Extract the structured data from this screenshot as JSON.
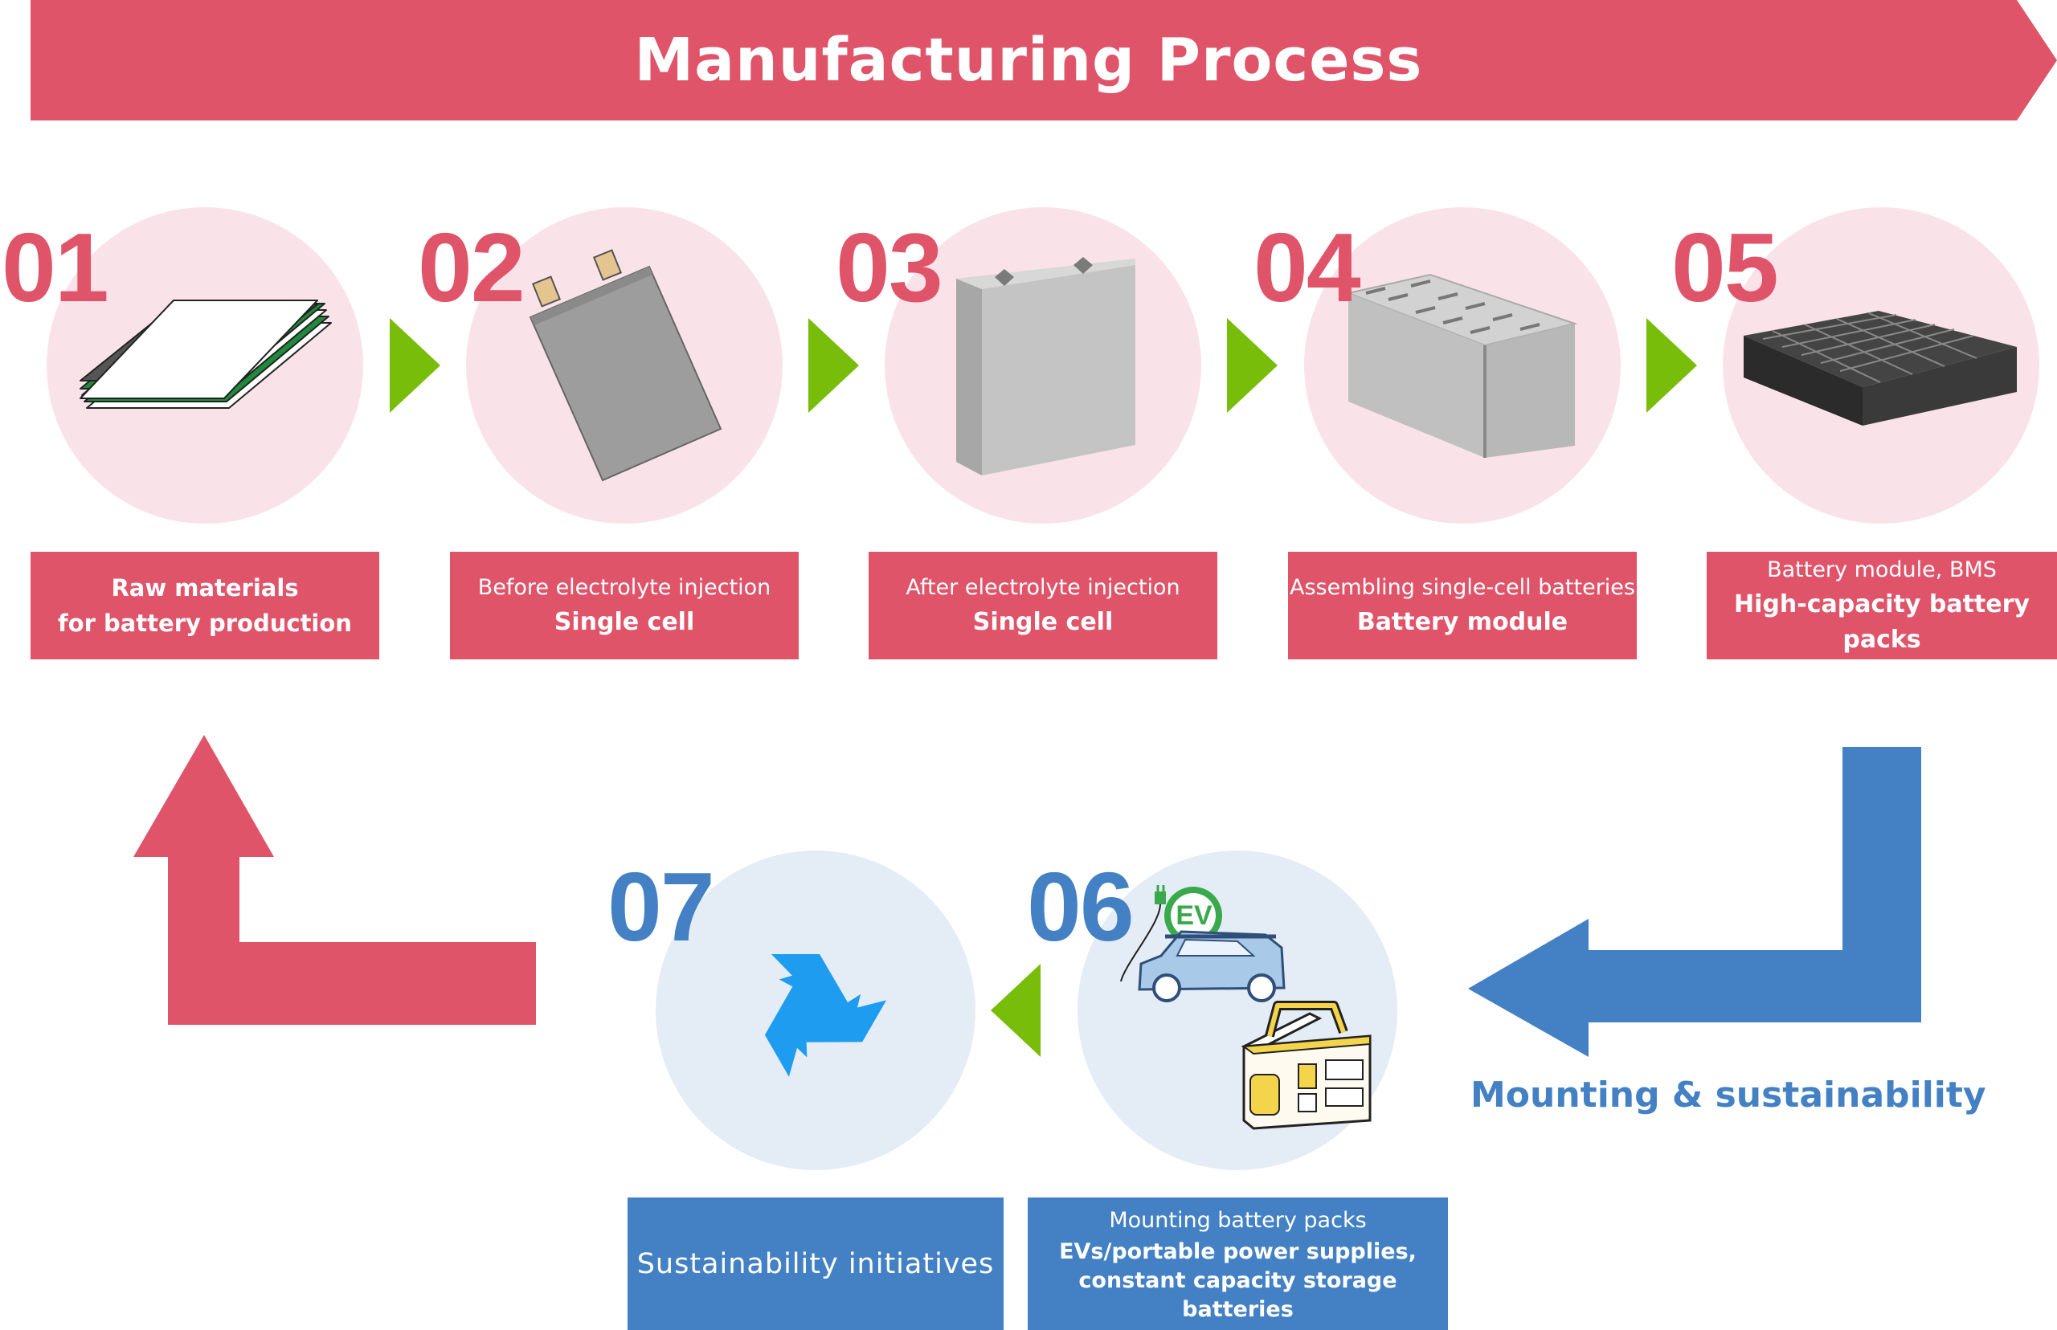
{
  "title": "Manufacturing Process",
  "colors": {
    "pink": "#e0546a",
    "blue": "#4381c4",
    "green": "#79bd0b",
    "light_pink": "#f9e3e8",
    "light_blue": "#e4ecf6",
    "recycle": "#1e9cf0"
  },
  "steps": [
    {
      "number": "01",
      "line1": "Raw materials",
      "line2": "for battery production",
      "icon": "material-sheets-icon"
    },
    {
      "number": "02",
      "line1": "Before electrolyte injection",
      "line2": "Single cell",
      "icon": "pouch-cell-icon"
    },
    {
      "number": "03",
      "line1": "After electrolyte injection",
      "line2": "Single cell",
      "icon": "prismatic-cell-icon"
    },
    {
      "number": "04",
      "line1": "Assembling single-cell batteries",
      "line2": "Battery module",
      "icon": "battery-module-icon"
    },
    {
      "number": "05",
      "line1": "Battery module, BMS",
      "line2": "High-capacity battery packs",
      "icon": "battery-pack-icon"
    },
    {
      "number": "06",
      "line1": "Mounting battery packs",
      "line2": "EVs/portable power supplies,",
      "line3": "constant capacity storage batteries",
      "icon": "ev-and-power-station-icon",
      "badge": "EV"
    },
    {
      "number": "07",
      "line1": "Sustainability initiatives",
      "icon": "recycle-icon"
    }
  ],
  "loop_caption": "Mounting & sustainability"
}
